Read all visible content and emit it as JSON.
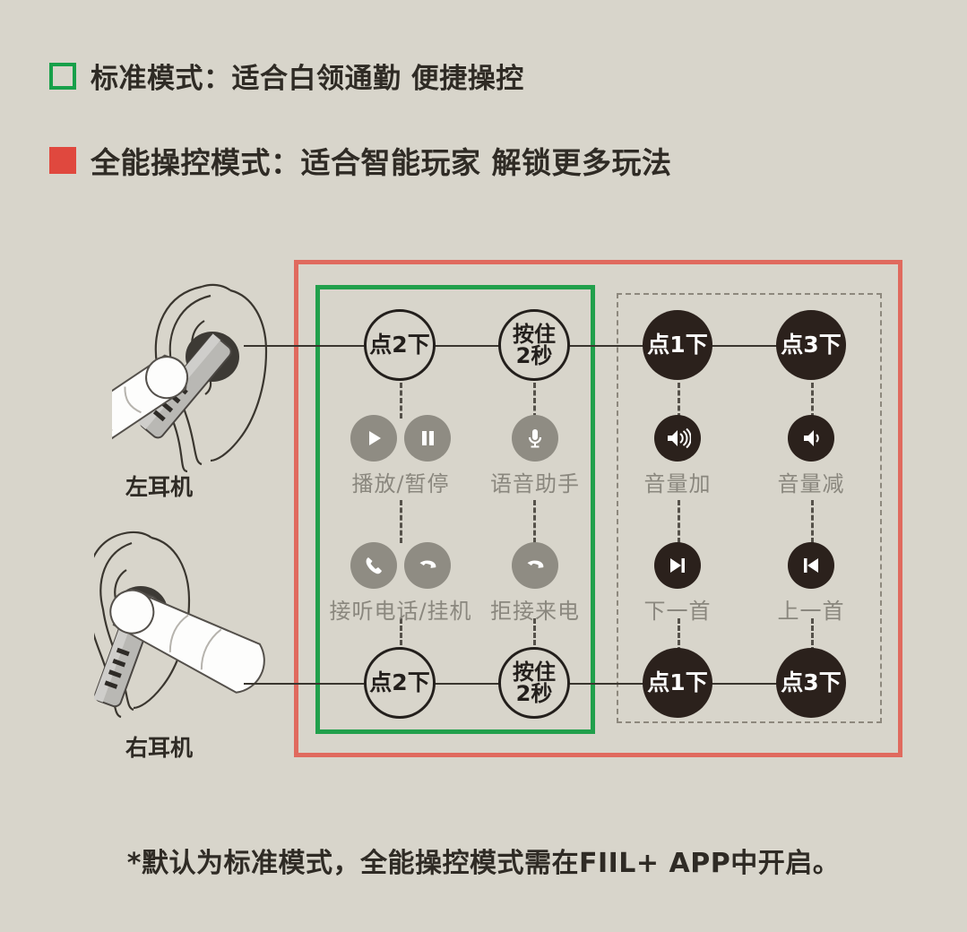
{
  "legend": [
    {
      "swatch": "green-hollow-square",
      "color": "#17a04a",
      "text": "标准模式：适合白领通勤 便捷操控"
    },
    {
      "swatch": "red-filled-square",
      "color": "#e0483e",
      "text": "全能操控模式：适合智能玩家 解锁更多玩法"
    }
  ],
  "earphones": [
    {
      "id": "left",
      "label": "左耳机"
    },
    {
      "id": "right",
      "label": "右耳机"
    }
  ],
  "gestures": {
    "standard_top": [
      {
        "lines": [
          "点2下"
        ],
        "style": "outline"
      },
      {
        "lines": [
          "按住",
          "2秒"
        ],
        "style": "outline"
      }
    ],
    "standard_bottom": [
      {
        "lines": [
          "点2下"
        ],
        "style": "outline"
      },
      {
        "lines": [
          "按住",
          "2秒"
        ],
        "style": "outline"
      }
    ],
    "advanced_top": [
      {
        "lines": [
          "点1下"
        ],
        "style": "filled"
      },
      {
        "lines": [
          "点3下"
        ],
        "style": "filled"
      }
    ],
    "advanced_bottom": [
      {
        "lines": [
          "点1下"
        ],
        "style": "filled"
      },
      {
        "lines": [
          "点3下"
        ],
        "style": "filled"
      }
    ]
  },
  "actions": {
    "standard": [
      {
        "caption": "播放/暂停",
        "icons": [
          "play-icon",
          "pause-icon"
        ],
        "icon_style": "gray"
      },
      {
        "caption": "语音助手",
        "icons": [
          "microphone-icon"
        ],
        "icon_style": "gray"
      },
      {
        "caption": "接听电话/挂机",
        "icons": [
          "phone-answer-icon",
          "phone-hangup-icon"
        ],
        "icon_style": "gray"
      },
      {
        "caption": "拒接来电",
        "icons": [
          "phone-hangup-icon"
        ],
        "icon_style": "gray"
      }
    ],
    "advanced": [
      {
        "caption": "音量加",
        "icons": [
          "volume-up-icon"
        ],
        "icon_style": "dark"
      },
      {
        "caption": "音量减",
        "icons": [
          "volume-down-icon"
        ],
        "icon_style": "dark"
      },
      {
        "caption": "下一首",
        "icons": [
          "next-track-icon"
        ],
        "icon_style": "dark"
      },
      {
        "caption": "上一首",
        "icons": [
          "previous-track-icon"
        ],
        "icon_style": "dark"
      }
    ]
  },
  "footnote": "*默认为标准模式，全能操控模式需在FIIL+ APP中开启。",
  "colors": {
    "background": "#d8d5cb",
    "standard_mode": "#17a04a",
    "advanced_mode": "#e0483e",
    "dark_circle": "#2b211c",
    "gray_icon": "#8f8c83"
  }
}
